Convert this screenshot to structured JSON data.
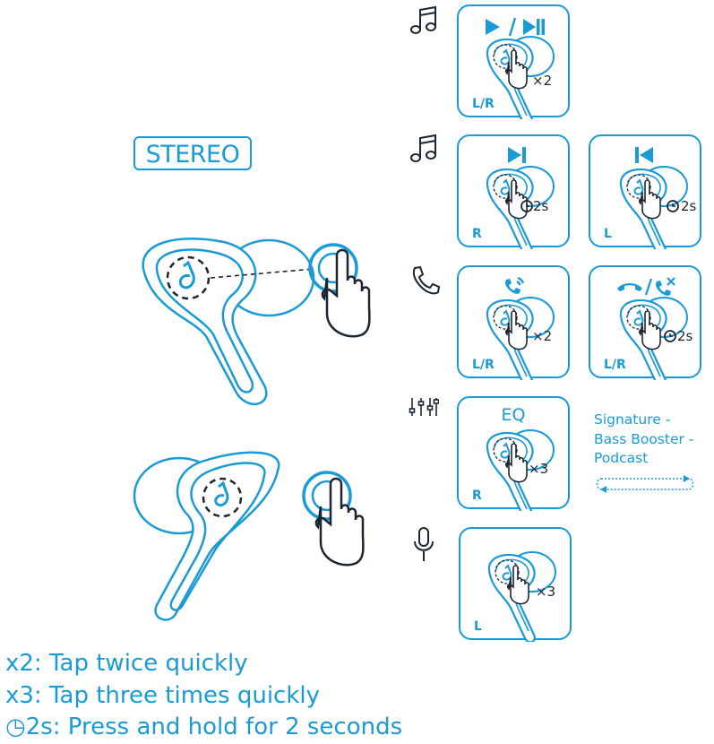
{
  "mode_label": "STEREO",
  "colors": {
    "accent": "#1a9ad6",
    "ink": "#1c2630"
  },
  "rows": [
    {
      "icon": "music-note-icon",
      "panels": [
        {
          "icon": "play-pause-icon",
          "count": "×2",
          "side": "L/R"
        }
      ]
    },
    {
      "icon": "music-note-icon",
      "panels": [
        {
          "icon": "next-track-icon",
          "count": "2s",
          "side": "R"
        },
        {
          "icon": "previous-track-icon",
          "count": "2s",
          "side": "L"
        }
      ]
    },
    {
      "icon": "phone-icon",
      "panels": [
        {
          "icon": "answer-call-icon",
          "count": "×2",
          "side": "L/R"
        },
        {
          "icon": "hang-up-reject-icon",
          "count": "2s",
          "side": "L/R"
        }
      ]
    },
    {
      "icon": "equalizer-icon",
      "panels": [
        {
          "title": "EQ",
          "count": "×3",
          "side": "R"
        }
      ]
    },
    {
      "icon": "microphone-icon",
      "panels": [
        {
          "count": "×3",
          "side": "L"
        }
      ]
    }
  ],
  "eq_options": [
    "Signature  -",
    "Bass Booster -",
    "Podcast"
  ],
  "legend": [
    "x2: Tap twice quickly",
    "x3: Tap three times quickly",
    "2s: Press and hold for 2 seconds"
  ]
}
